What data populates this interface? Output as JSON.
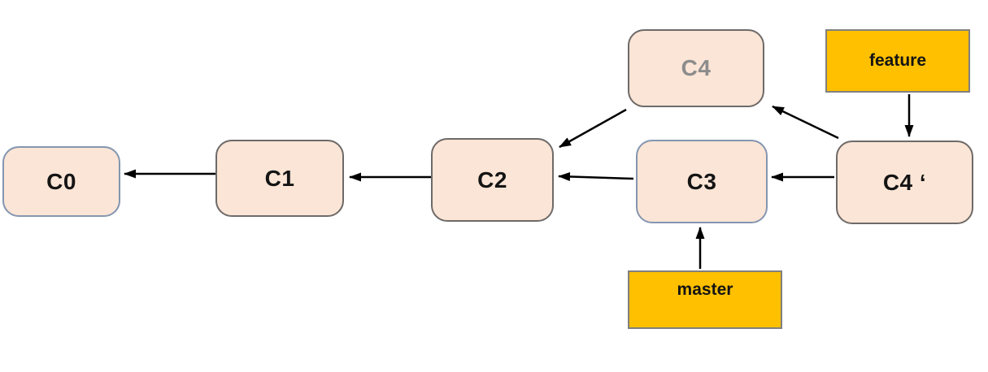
{
  "diagram": {
    "kind": "git-commit-graph",
    "nodes": {
      "c0": {
        "label": "C0"
      },
      "c1": {
        "label": "C1"
      },
      "c2": {
        "label": "C2"
      },
      "c3": {
        "label": "C3"
      },
      "c4": {
        "label": "C4",
        "state": "faded"
      },
      "c4p": {
        "label": "C4 ‘"
      }
    },
    "branches": {
      "feature": {
        "label": "feature"
      },
      "master": {
        "label": "master"
      }
    },
    "edges": [
      {
        "from": "C1",
        "to": "C0"
      },
      {
        "from": "C2",
        "to": "C1"
      },
      {
        "from": "C3",
        "to": "C2"
      },
      {
        "from": "C4",
        "to": "C2"
      },
      {
        "from": "C4 ‘",
        "to": "C4"
      },
      {
        "from": "C4 ‘",
        "to": "C3"
      },
      {
        "from": "feature",
        "to": "C4 ‘"
      },
      {
        "from": "master",
        "to": "C3"
      }
    ],
    "colors": {
      "commit_fill": "#FBE5D6",
      "commit_border_gray": "#6e6a68",
      "commit_border_blue": "#8496B0",
      "branch_fill": "#FFC000",
      "branch_border": "#808080",
      "arrow": "#000000",
      "faded_text": "#8C8C8C",
      "text": "#141414"
    }
  }
}
